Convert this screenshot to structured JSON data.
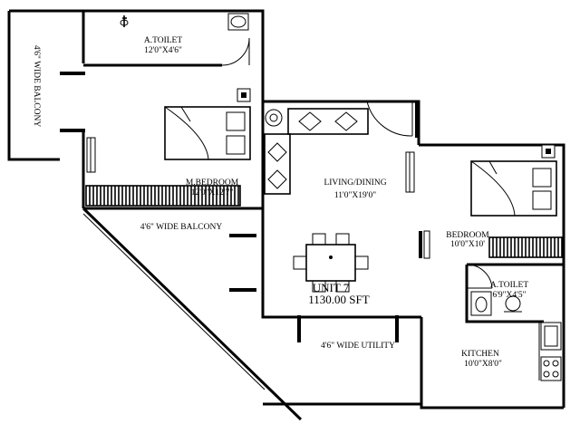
{
  "plan": {
    "unit_name": "UNIT 7",
    "unit_area": "1130.00 SFT",
    "rooms": {
      "a_toilet_1": {
        "name": "A.TOILET",
        "size": "12'0\"X4'6\""
      },
      "master_bedroom": {
        "name": "M.BEDROOM",
        "size": "12'0\"X12'7\""
      },
      "living_dining": {
        "name": "LIVING/DINING",
        "size": "11'0\"X19'0\""
      },
      "bedroom": {
        "name": "BEDROOM",
        "size": "10'0\"X10'"
      },
      "a_toilet_2": {
        "name": "A.TOILET",
        "size": "6'9\"X4'5\""
      },
      "kitchen": {
        "name": "KITCHEN",
        "size": "10'0\"X8'0\""
      }
    },
    "balcony_side": "4'6\" WIDE BALCONY",
    "balcony_front": "4'6\" WIDE BALCONY",
    "utility": "4'6\" WIDE UTILITY"
  }
}
